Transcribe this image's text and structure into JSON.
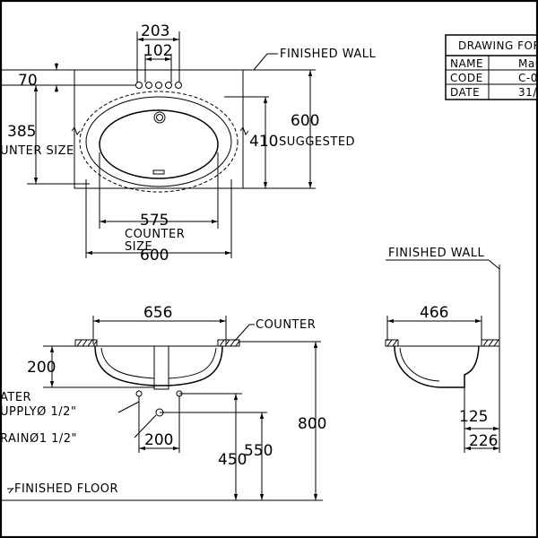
{
  "title_block": {
    "heading": "DRAWING FOR",
    "rows": [
      {
        "label": "NAME",
        "value": "Mar"
      },
      {
        "label": "CODE",
        "value": "C-0"
      },
      {
        "label": "DATE",
        "value": "31/"
      }
    ]
  },
  "labels": {
    "finished_wall_top": "FINISHED WALL",
    "finished_wall_side": "FINISHED WALL",
    "counter": "COUNTER",
    "counter_size_left": "UNTER SIZE",
    "counter_size_bottom_line1": "COUNTER",
    "counter_size_bottom_line2": "SIZE",
    "suggested": "SUGGESTED",
    "water_supply_line1": "ATER",
    "water_supply_line2": "UPPLYØ 1/2\"",
    "drain": "RAINØ1  1/2\"",
    "finished_floor": "FINISHED FLOOR"
  },
  "dimensions": {
    "tap_outer": "203",
    "tap_inner": "102",
    "tap_offset": "70",
    "counter_depth": "385",
    "bowl_depth": "410",
    "cabinet_depth": "600",
    "counter_width": "575",
    "cabinet_width": "600",
    "front_width": "656",
    "basin_height": "200",
    "drain_offset": "200",
    "supply_height": "450",
    "drain_height": "550",
    "counter_height": "800",
    "side_width": "466",
    "side_drop": "125",
    "side_depth": "226"
  },
  "colors": {
    "ink": "#000000",
    "background": "#ffffff"
  }
}
